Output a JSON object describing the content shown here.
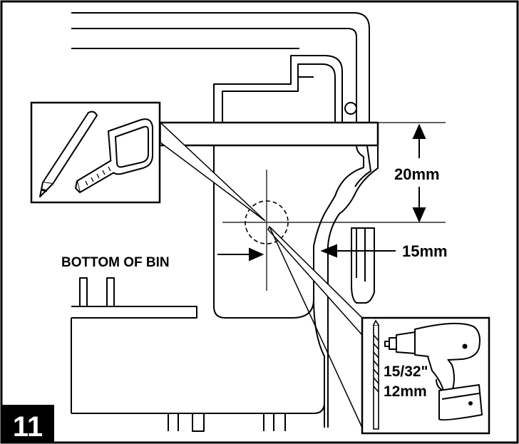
{
  "step_number": "11",
  "labels": {
    "dim_top": "20mm",
    "dim_side": "15mm",
    "bottom_of_bin": "BOTTOM OF BIN",
    "drill_size_in": "15/32\"",
    "drill_size_mm": "12mm"
  },
  "tools": {
    "inset_1": [
      "pencil-icon",
      "tape-measure-icon"
    ],
    "inset_2": [
      "drill-bit-icon",
      "cordless-drill-icon"
    ]
  },
  "colors": {
    "ink": "#000000",
    "paper": "#ffffff"
  }
}
